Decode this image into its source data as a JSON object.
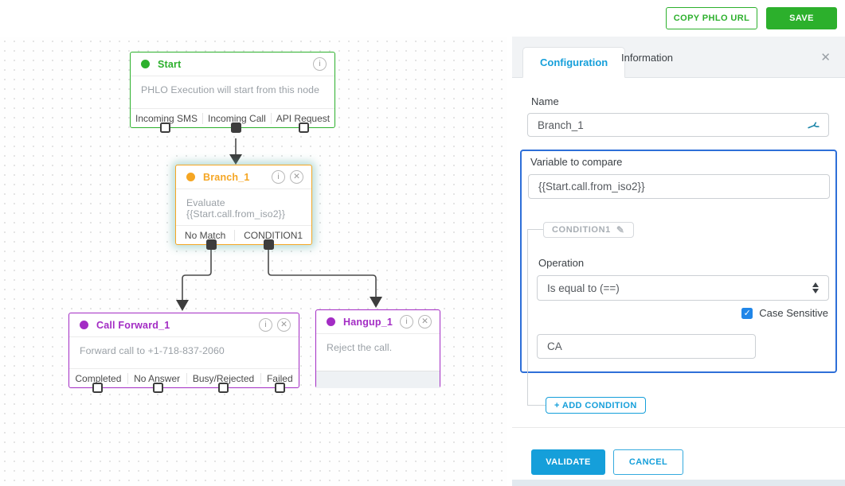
{
  "topbar": {
    "copy_url_label": "COPY PHLO URL",
    "save_label": "SAVE"
  },
  "canvas": {
    "nodes": {
      "start": {
        "title": "Start",
        "body": "PHLO Execution will start from this node",
        "outputs": [
          "Incoming SMS",
          "Incoming Call",
          "API Request"
        ]
      },
      "branch": {
        "title": "Branch_1",
        "body": "Evaluate {{Start.call.from_iso2}}",
        "outputs": [
          "No Match",
          "CONDITION1"
        ]
      },
      "call_forward": {
        "title": "Call Forward_1",
        "body": "Forward call to +1-718-837-2060",
        "outputs": [
          "Completed",
          "No Answer",
          "Busy/Rejected",
          "Failed"
        ]
      },
      "hangup": {
        "title": "Hangup_1",
        "body": "Reject the call."
      }
    },
    "icons": {
      "info": "i",
      "close": "✕"
    }
  },
  "panel": {
    "tabs": {
      "configuration": "Configuration",
      "information": "Information"
    },
    "close_icon": "✕",
    "name_label": "Name",
    "name_value": "Branch_1",
    "variable_label": "Variable to compare",
    "variable_value": "{{Start.call.from_iso2}}",
    "condition_chip_label": "CONDITION1",
    "condition_chip_icon": "✎",
    "operation_label": "Operation",
    "operation_value": "Is equal to (==)",
    "case_sensitive_label": "Case Sensitive",
    "case_sensitive_checked": "✓",
    "compare_value": "CA",
    "add_condition_label": "+ ADD CONDITION",
    "validate_label": "VALIDATE",
    "cancel_label": "CANCEL"
  },
  "colors": {
    "green": "#2cb02c",
    "orange": "#f5a623",
    "purple": "#a32cc4",
    "blue_accent": "#159fda",
    "blue_box_border": "#2e6fd8",
    "checkbox_blue": "#2086e8",
    "connector": "#4b4b4b"
  }
}
